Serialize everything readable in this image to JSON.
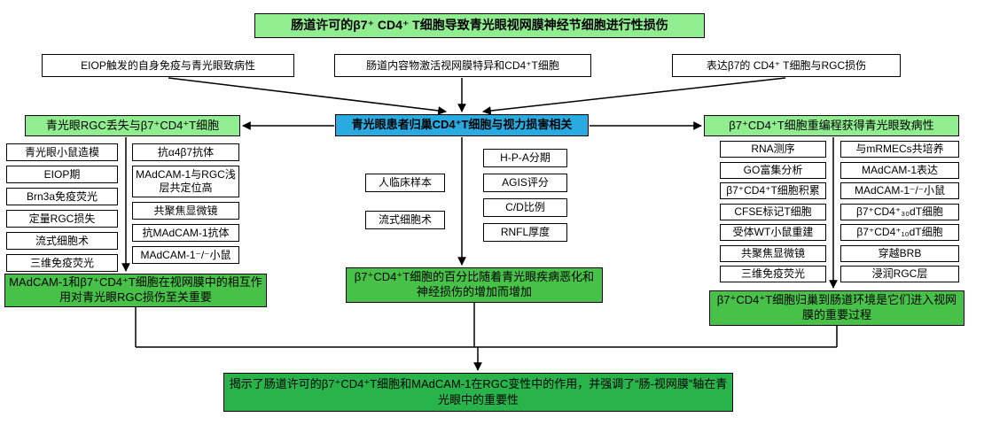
{
  "title": "肠道许可的β7⁺ CD4⁺ T细胞导致青光眼视网膜神经节细胞进行性损伤",
  "top_row": [
    "EIOP触发的自身免疫与青光眼致病性",
    "肠道内容物激活视网膜特异和CD4⁺T细胞",
    "表达β7的 CD4⁺ T细胞与RGC损伤"
  ],
  "center": "青光眼患者归巢CD4⁺T细胞与视力损害相关",
  "left_branch": {
    "header": "青光眼RGC丢失与β7⁺CD4⁺T细胞",
    "col1": [
      "青光眼小鼠造模",
      "EIOP期",
      "Brn3a免疫荧光",
      "定量RGC损失",
      "流式细胞术",
      "三维免疫荧光"
    ],
    "col2": [
      "抗α4β7抗体",
      "MAdCAM-1与RGC浅层共定位高",
      "共聚焦显微镜",
      "抗MAdCAM-1抗体",
      "MAdCAM-1⁻/⁻小鼠"
    ],
    "summary": "MAdCAM-1和β7⁺CD4⁺T细胞在视网膜中的相互作用对青光眼RGC损伤至关重要"
  },
  "middle_branch": {
    "col1": [
      "人临床样本",
      "流式细胞术"
    ],
    "col2": [
      "H-P-A分期",
      "AGIS评分",
      "C/D比例",
      "RNFL厚度"
    ],
    "summary": "β7⁺CD4⁺T细胞的百分比随着青光眼疾病恶化和神经损伤的增加而增加"
  },
  "right_branch": {
    "header": "β7⁺CD4⁺T细胞重编程获得青光眼致病性",
    "col1": [
      "RNA测序",
      "GO富集分析",
      "β7⁺CD4⁺T细胞积累",
      "CFSE标记T细胞",
      "受体WT小鼠重建",
      "共聚焦显微镜",
      "三维免疫荧光"
    ],
    "col2": [
      "与mRMECs共培养",
      "MAdCAM-1表达",
      "MAdCAM-1⁻/⁻小鼠",
      "β7⁺CD4⁺₃₀dT细胞",
      "β7⁺CD4⁺₁₀dT细胞",
      "穿越BRB",
      "浸润RGC层"
    ],
    "summary": "β7⁺CD4⁺T细胞归巢到肠道环境是它们进入视网膜的重要过程"
  },
  "conclusion": "揭示了肠道许可的β7⁺CD4⁺T细胞和MAdCAM-1在RGC变性中的作用，并强调了“肠-视网膜”轴在青光眼中的重要性",
  "colors": {
    "title_bg": "#90EE90",
    "center_bg": "#29ABE2",
    "branch_header_bg": "#90EE90",
    "summary_bg": "#47C147",
    "conclusion_bg": "#28B44B",
    "box_bg": "#FFFFFF",
    "line_color": "#000000"
  }
}
